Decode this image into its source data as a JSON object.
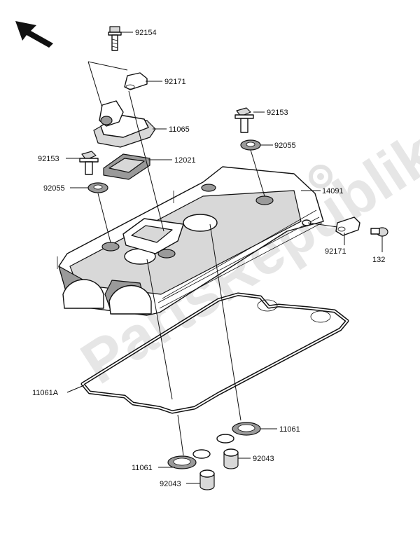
{
  "watermark": {
    "text": "PartsRepublik"
  },
  "labels": {
    "p92154": "92154",
    "p92171_top": "92171",
    "p11065": "11065",
    "p92153_right": "92153",
    "p92153_left": "92153",
    "p92055_right": "92055",
    "p12021": "12021",
    "p92055_left": "92055",
    "p14091": "14091",
    "p92171_right": "92171",
    "p132": "132",
    "p11061A": "11061A",
    "p11061_right": "11061",
    "p11061_left": "11061",
    "p92043_right": "92043",
    "p92043_left": "92043"
  },
  "icons": {
    "direction_arrow": "arrow-up-left-icon",
    "watermark_gear": "gear-icon"
  }
}
